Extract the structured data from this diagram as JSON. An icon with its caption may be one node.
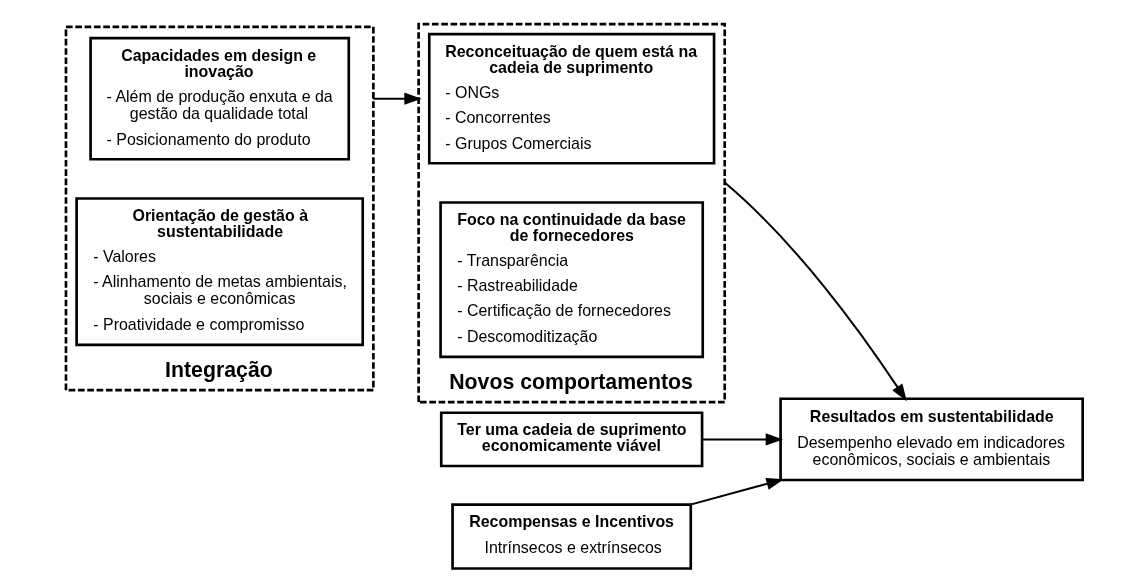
{
  "diagram": {
    "nodes": [
      {
        "text": [
          "Integração"
        ]
      },
      {
        "text": [
          "Capacidades em design e inovação",
          "- Além de produção enxuta e da gestão da qualidade total",
          "- Posicionamento do produto"
        ],
        "in": 0
      },
      {
        "text": [
          "Orientação de gestão à sustentabilidade",
          "- Valores",
          "- Alinhamento de metas ambientais, sociais e econômicas",
          "- Proatividade e compromisso"
        ],
        "in": 0
      },
      {
        "text": [
          "Novos comportamentos"
        ]
      },
      {
        "text": [
          "Reconceituação de quem está na cadeia de suprimento",
          "- ONGs",
          "- Concorrentes",
          "- Grupos Comerciais"
        ],
        "in": 3
      },
      {
        "text": [
          "Foco na continuidade da base de fornecedores",
          "- Transparência",
          "- Rastreabilidade",
          "- Certificação de fornecedores",
          "- Descomoditização"
        ],
        "in": 3
      },
      {
        "text": [
          "Ter uma cadeia de suprimento economicamente viável"
        ]
      },
      {
        "text": [
          "Resultados em sustentabilidade",
          "Desempenho elevado em indicadores econômicos, sociais e ambientais"
        ]
      },
      {
        "text": [
          "Recompensas e Incentivos",
          "Intrínsecos e extrínsecos"
        ]
      }
    ],
    "edges": [
      {
        "from": 0,
        "to": 3,
        "arrow": "to"
      },
      {
        "from": 3,
        "to": 7,
        "arrow": "to"
      },
      {
        "from": 6,
        "to": 7,
        "arrow": "to"
      },
      {
        "from": 8,
        "to": 7,
        "arrow": "to"
      }
    ]
  }
}
